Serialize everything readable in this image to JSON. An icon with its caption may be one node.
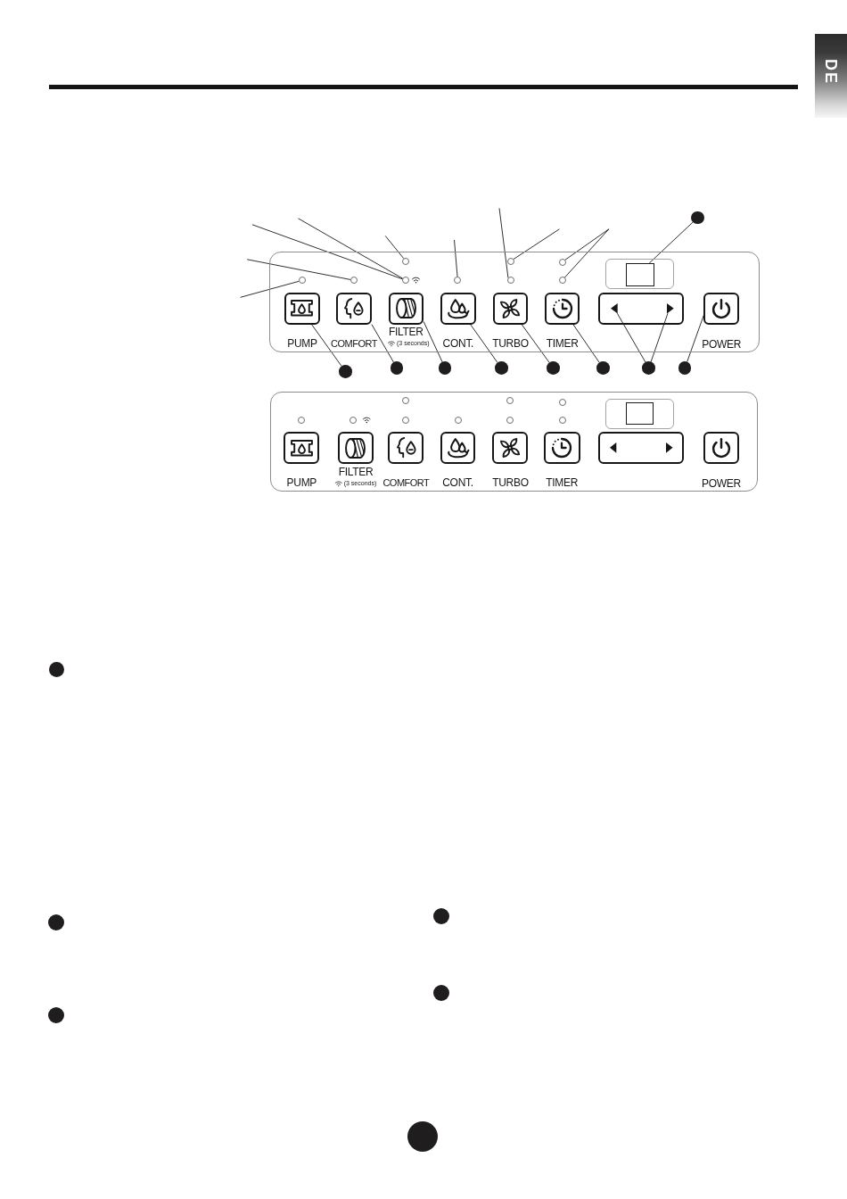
{
  "diagram": {
    "nodes": [
      {
        "text": [],
        "shape": "circle"
      },
      {
        "text": [],
        "shape": "box"
      },
      {
        "text": [],
        "shape": "circle",
        "in": 1
      },
      {
        "text": [],
        "shape": "circle",
        "in": 1
      },
      {
        "text": [],
        "shape": "circle",
        "in": 1
      },
      {
        "text": [],
        "shape": "box",
        "in": 1
      },
      {
        "text": [],
        "shape": "box",
        "in": 5
      },
      {
        "text": [],
        "shape": "circle",
        "in": 1
      },
      {
        "text": [],
        "shape": "circle",
        "in": 1
      },
      {
        "text": [],
        "shape": "circle",
        "in": 1
      },
      {
        "text": [],
        "shape": "circle",
        "in": 1
      },
      {
        "text": [],
        "shape": "circle",
        "in": 1
      },
      {
        "text": [],
        "shape": "circle",
        "in": 1
      },
      {
        "text": [
          "PUMP"
        ],
        "in": 1
      },
      {
        "text": [
          "COMFORT"
        ],
        "in": 1
      },
      {
        "text": [
          "FILTER",
          "(3 seconds)"
        ],
        "in": 1
      },
      {
        "text": [
          "CONT."
        ],
        "in": 1
      },
      {
        "text": [
          "TURBO"
        ],
        "in": 1
      },
      {
        "text": [
          "TIMER"
        ],
        "in": 1
      },
      {
        "text": [],
        "shape": "box",
        "in": 1
      },
      {
        "text": [],
        "shape": "triangle",
        "in": 19
      },
      {
        "text": [],
        "shape": "triangle",
        "in": 19
      },
      {
        "text": [
          "POWER"
        ],
        "in": 1
      },
      {
        "text": [],
        "shape": "circle"
      },
      {
        "text": [],
        "shape": "circle"
      },
      {
        "text": [],
        "shape": "circle"
      },
      {
        "text": [],
        "shape": "circle"
      },
      {
        "text": [],
        "shape": "circle"
      },
      {
        "text": [],
        "shape": "circle"
      },
      {
        "text": [],
        "shape": "circle"
      },
      {
        "text": [],
        "shape": "circle"
      },
      {
        "text": [],
        "shape": "box"
      },
      {
        "text": [],
        "shape": "box",
        "in": 31
      },
      {
        "text": [],
        "shape": "box",
        "in": 32
      },
      {
        "text": [
          "PUMP"
        ],
        "in": 31
      },
      {
        "text": [
          "FILTER",
          "(3 seconds)"
        ],
        "in": 31
      },
      {
        "text": [
          "COMFORT"
        ],
        "in": 31
      },
      {
        "text": [
          "CONT."
        ],
        "in": 31
      },
      {
        "text": [
          "TURBO"
        ],
        "in": 31
      },
      {
        "text": [
          "TIMER"
        ],
        "in": 31
      },
      {
        "text": [],
        "shape": "box",
        "in": 31
      },
      {
        "text": [
          "POWER"
        ],
        "in": 31
      }
    ],
    "edges": [
      {
        "from": null,
        "to": 7,
        "arrow": "none"
      },
      {
        "from": null,
        "to": 8,
        "arrow": "none"
      },
      {
        "from": null,
        "to": 9,
        "arrow": "none"
      },
      {
        "from": null,
        "to": 9,
        "arrow": "none"
      },
      {
        "from": null,
        "to": 2,
        "arrow": "none"
      },
      {
        "from": null,
        "to": 10,
        "arrow": "none"
      },
      {
        "from": null,
        "to": 11,
        "arrow": "none"
      },
      {
        "from": null,
        "to": 3,
        "arrow": "none"
      },
      {
        "from": null,
        "to": 4,
        "arrow": "none"
      },
      {
        "from": null,
        "to": 12,
        "arrow": "none"
      },
      {
        "from": 0,
        "to": 6,
        "arrow": "none"
      },
      {
        "from": 23,
        "to": 13,
        "arrow": "none"
      },
      {
        "from": 24,
        "to": 14,
        "arrow": "none"
      },
      {
        "from": 25,
        "to": 15,
        "arrow": "none"
      },
      {
        "from": 26,
        "to": 16,
        "arrow": "none"
      },
      {
        "from": 27,
        "to": 17,
        "arrow": "none"
      },
      {
        "from": 28,
        "to": 18,
        "arrow": "none"
      },
      {
        "from": 29,
        "to": 20,
        "arrow": "none"
      },
      {
        "from": 29,
        "to": 21,
        "arrow": "none"
      },
      {
        "from": 30,
        "to": 22,
        "arrow": "none"
      }
    ],
    "labels": [
      "DE"
    ]
  }
}
